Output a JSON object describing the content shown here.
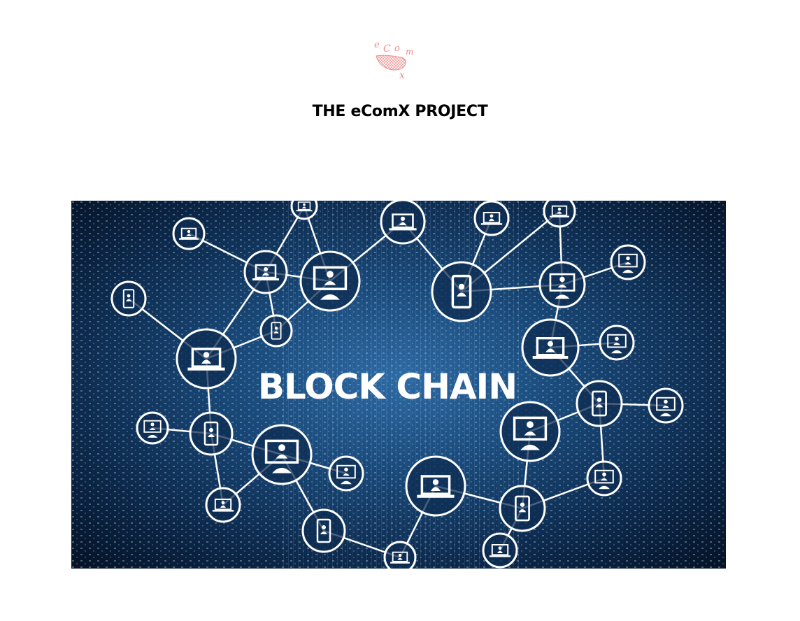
{
  "document": {
    "logo_text": "eComX",
    "title": "THE eComX PROJECT"
  },
  "hero_image": {
    "banner_text": "BLOCK CHAIN",
    "colors": {
      "background_dark": "#071a33",
      "background_mid": "#1a4a7a",
      "line": "#ffffff",
      "accent_logo": "#f08a8a"
    },
    "node_icons": [
      "laptop-icon",
      "desktop-icon",
      "phone-icon"
    ]
  }
}
